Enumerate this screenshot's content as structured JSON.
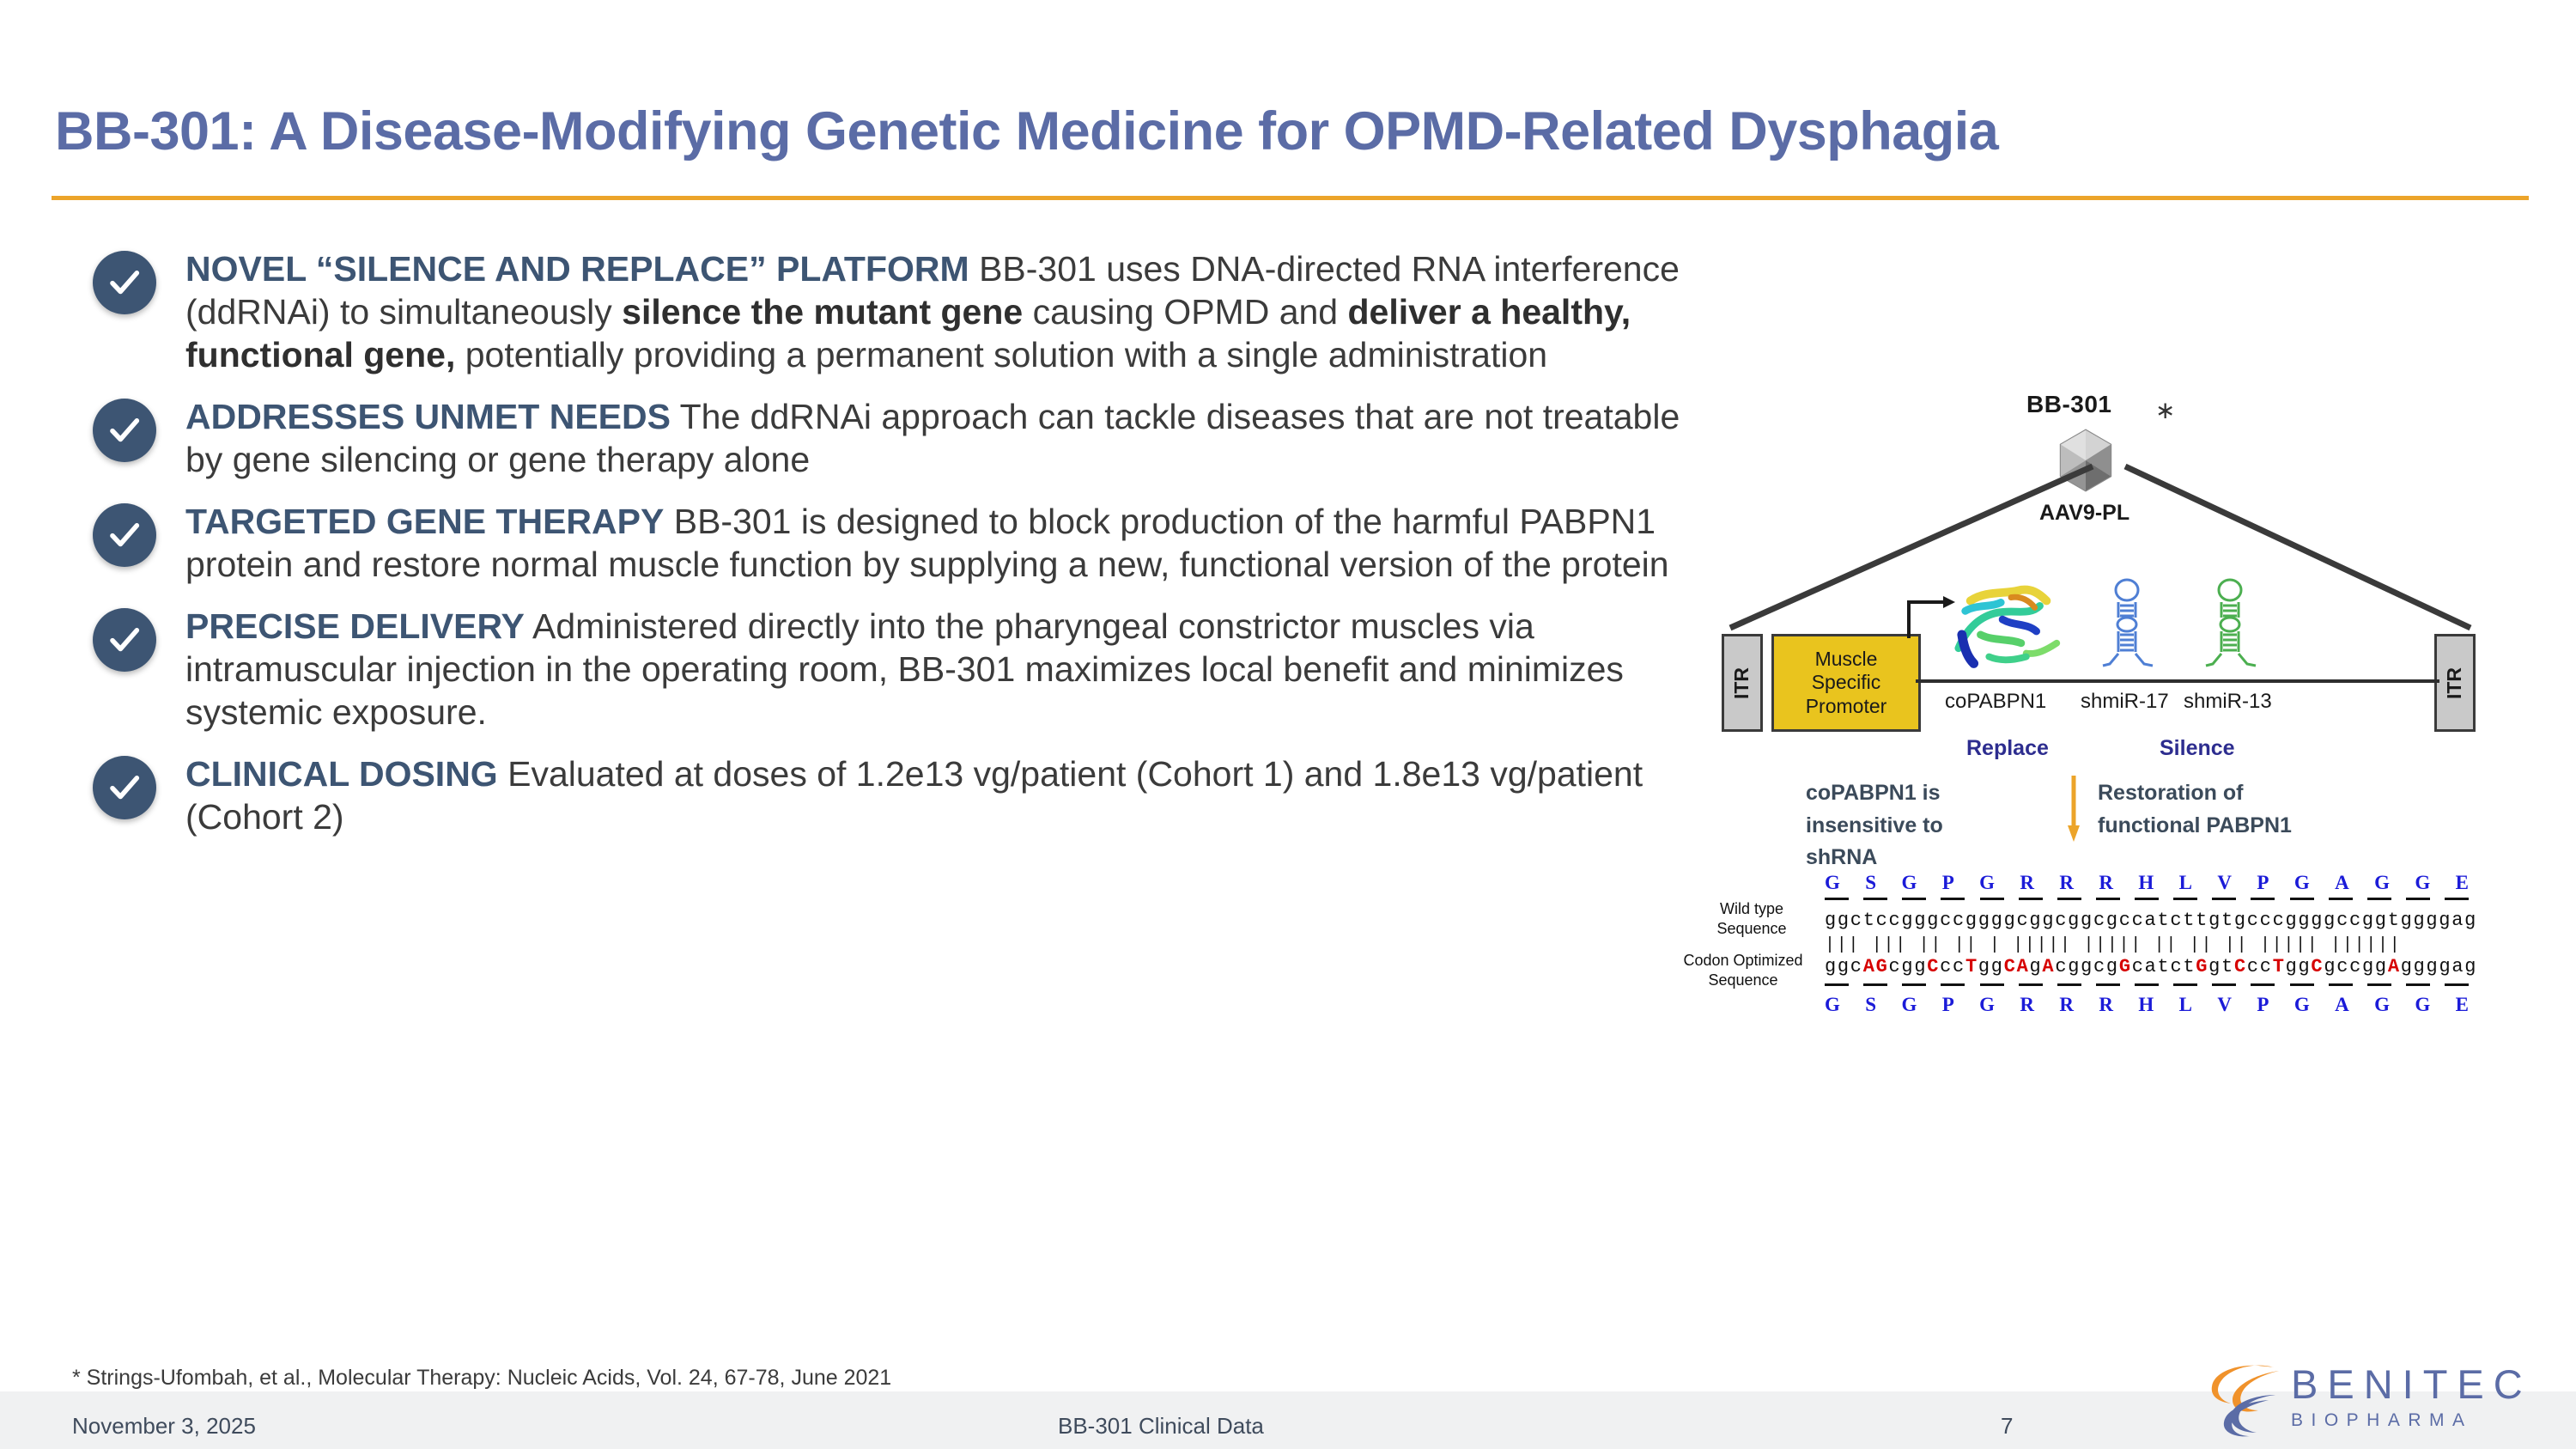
{
  "slide": {
    "title": "BB-301: A Disease-Modifying Genetic Medicine for OPMD-Related Dysphagia",
    "accent_rule_color": "#eca42a",
    "title_color": "#5b6ca6"
  },
  "bullets": [
    {
      "icon": "check-circle-icon",
      "heading": "NOVEL “SILENCE AND REPLACE” PLATFORM",
      "body_1": " BB-301 uses DNA-directed RNA interference (ddRNAi) to simultaneously ",
      "emphasis_1": "silence the mutant gene",
      "body_2": " causing OPMD and ",
      "emphasis_2": "deliver a healthy, functional gene,",
      "body_3": " potentially providing a permanent solution with a single administration"
    },
    {
      "icon": "check-circle-icon",
      "heading": "ADDRESSES UNMET NEEDS",
      "body_1": " The ddRNAi approach can tackle diseases that are not treatable by gene silencing or gene therapy alone"
    },
    {
      "icon": "check-circle-icon",
      "heading": "TARGETED GENE THERAPY",
      "body_1": " BB-301 is designed to block production of the harmful PABPN1 protein and restore normal muscle function by supplying a new, functional version of the protein"
    },
    {
      "icon": "check-circle-icon",
      "heading": "PRECISE DELIVERY",
      "body_1": " Administered directly into the pharyngeal constrictor muscles via intramuscular injection in the operating room, BB-301 maximizes local benefit and minimizes systemic exposure."
    },
    {
      "icon": "check-circle-icon",
      "heading": "CLINICAL DOSING",
      "body_1": " Evaluated at doses of 1.2e13 vg/patient (Cohort 1) and 1.8e13 vg/patient (Cohort 2)"
    }
  ],
  "diagram": {
    "construct_name": "BB-301",
    "asterisk": "∗",
    "capsid_label": "AAV9-PL",
    "itr_left": "ITR",
    "itr_right": "ITR",
    "promoter_line_1": "Muscle",
    "promoter_line_2": "Specific",
    "promoter_line_3": "Promoter",
    "gene_label_1": "coPABPN1",
    "gene_label_2": "shmiR-17",
    "gene_label_3": "shmiR-13",
    "function_label_1": "Replace",
    "function_label_2": "Silence",
    "note_left": "coPABPN1 is insensitive to shRNA",
    "note_right": "Restoration of functional PABPN1",
    "promoter_color": "#e9c41e",
    "itr_color": "#c9c9c9",
    "function_label_color": "#2d2d8f",
    "arrow_color": "#eca42a"
  },
  "sequence": {
    "side_label_1": "Wild type Sequence",
    "side_label_2": "Codon Optimized Sequence",
    "amino_acids": [
      "G",
      "S",
      "G",
      "P",
      "G",
      "R",
      "R",
      "R",
      "H",
      "L",
      "V",
      "P",
      "G",
      "A",
      "G",
      "G",
      "E"
    ],
    "wild_type_nt": "ggctccgggccggggcggcggcgccatcttgtgcccggggccggtggggag",
    "codon_optimized_nt": "ggcAGcggCccTggCAgAcggcgGcatctGgtCccTggCgccggAggggag",
    "match_bars": "|||  ||| || ||  |  ||||| ||||| ||  ||  ||  |||||  ||||||",
    "aa_color": "#1b1bd8",
    "mutation_color": "#d60000"
  },
  "footer": {
    "footnote": "* Strings-Ufombah, et al., Molecular Therapy: Nucleic Acids, Vol. 24, 67-78, June 2021",
    "date": "November 3, 2025",
    "center": "BB-301 Clinical Data",
    "page_number": "7",
    "logo_name": "BENITEC",
    "logo_sub": "BIOPHARMA",
    "logo_color": "#5b6ca6",
    "logo_accent": "#f0922b"
  }
}
